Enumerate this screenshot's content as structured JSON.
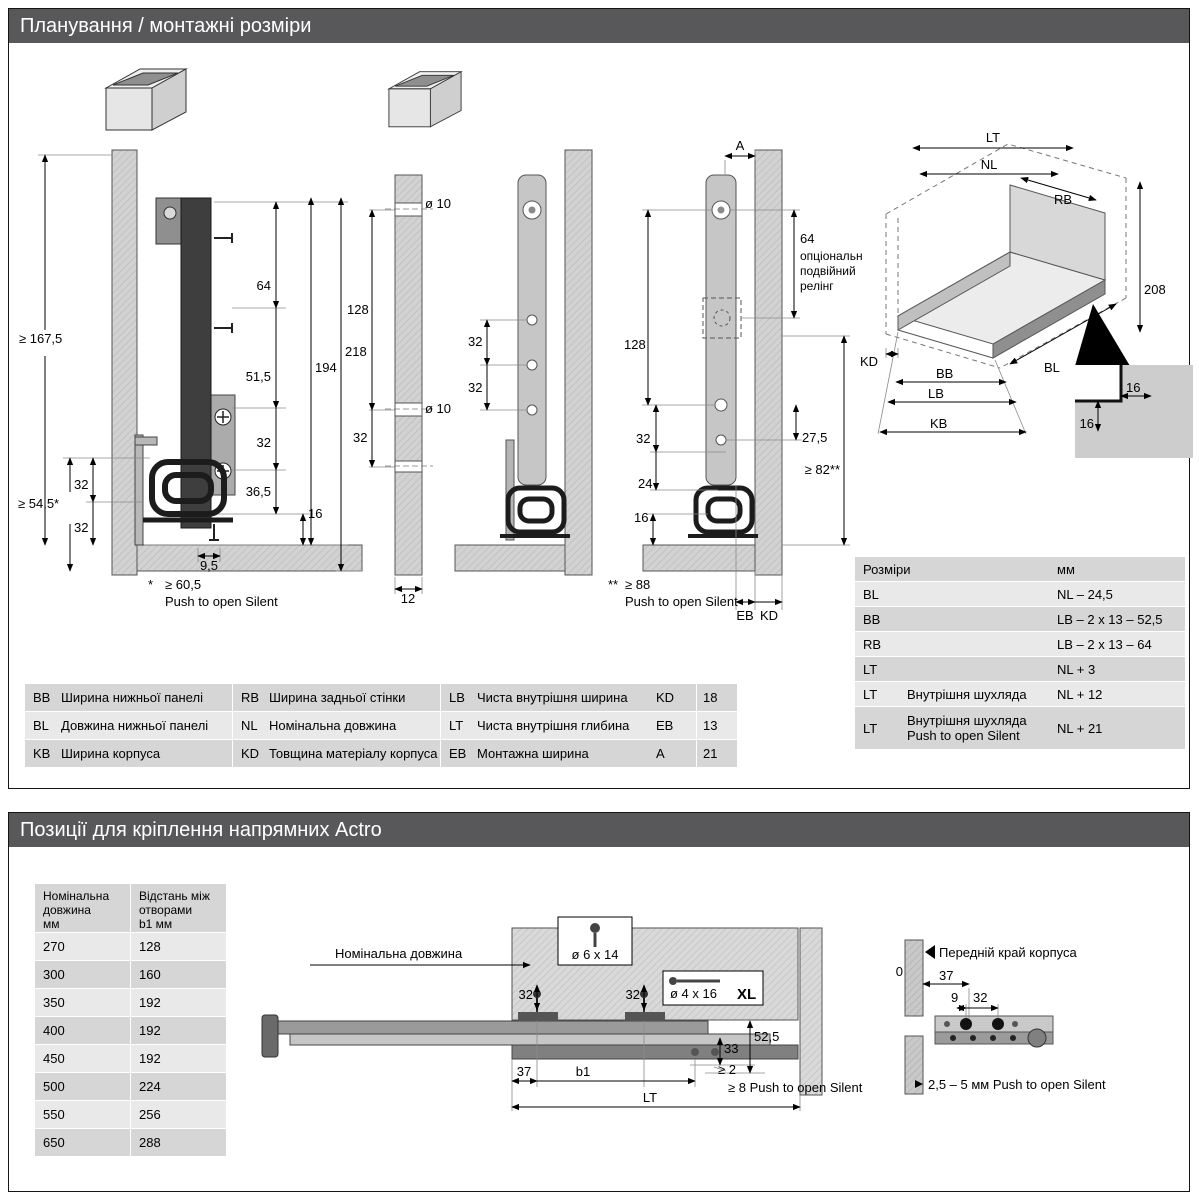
{
  "top": {
    "title": "Планування / монтажні розміри",
    "note1": {
      "star": "*",
      "val": "≥ 60,5",
      "text": "Push to open Silent"
    },
    "note2": {
      "star": "**",
      "val": "≥ 88",
      "text": "Push to open Silent"
    },
    "d1": {
      "h167": "≥ 167,5",
      "v64": "64",
      "v51": "51,5",
      "v194": "194",
      "v218": "218",
      "v32": "32",
      "v36": "36,5",
      "v16": "16",
      "h54": "≥ 54,5*",
      "l32a": "32",
      "l32b": "32",
      "w9": "9,5"
    },
    "d2": {
      "o10a": "ø 10",
      "o10b": "ø 10",
      "v128": "128",
      "v32": "32",
      "w12": "12"
    },
    "d3": {
      "v32a": "32",
      "v32b": "32"
    },
    "d4": {
      "a": "A",
      "v64": "64",
      "opt1": "опціонально",
      "opt2": "подвійний",
      "opt3": "релінг",
      "v128": "128",
      "v27": "27,5",
      "v32": "32",
      "v24": "24",
      "v16": "16",
      "v82": "≥ 82**",
      "eb": "EB",
      "kd": "KD"
    },
    "iso": {
      "lt": "LT",
      "nl": "NL",
      "rb": "RB",
      "v208": "208",
      "kd": "KD",
      "bb": "BB",
      "lb": "LB",
      "kb": "KB",
      "bl": "BL",
      "v16a": "16",
      "v16b": "16"
    },
    "legend": {
      "rows": [
        [
          {
            "c": "BB",
            "t": "Ширина нижньої панелі"
          },
          {
            "c": "RB",
            "t": "Ширина задньої стінки"
          },
          {
            "c": "LB",
            "t": "Чиста внутрішня ширина"
          }
        ],
        [
          {
            "c": "BL",
            "t": "Довжина нижньої панелі"
          },
          {
            "c": "NL",
            "t": "Номінальна довжина"
          },
          {
            "c": "LT",
            "t": "Чиста внутрішня глибина"
          }
        ],
        [
          {
            "c": "KB",
            "t": "Ширина корпуса"
          },
          {
            "c": "KD",
            "t": "Товщина матеріалу корпуса"
          },
          {
            "c": "EB",
            "t": "Монтажна ширина"
          }
        ]
      ]
    },
    "abc": {
      "rows": [
        {
          "c": "KD",
          "v": "18"
        },
        {
          "c": "EB",
          "v": "13"
        },
        {
          "c": "A",
          "v": "21"
        }
      ]
    },
    "dims": {
      "h1": "Розміри",
      "h2": "мм",
      "rows": [
        {
          "c": "BL",
          "d": "",
          "v": "NL – 24,5"
        },
        {
          "c": "BB",
          "d": "",
          "v": "LB – 2 x 13 – 52,5"
        },
        {
          "c": "RB",
          "d": "",
          "v": "LB – 2 x 13 – 64"
        },
        {
          "c": "LT",
          "d": "",
          "v": "NL + 3"
        },
        {
          "c": "LT",
          "d": "Внутрішня шухляда",
          "v": "NL + 12"
        },
        {
          "c": "LT",
          "d": "Внутрішня шухляда Push to open Silent",
          "v": "NL + 21"
        }
      ]
    }
  },
  "bottom": {
    "title": "Позиції для кріплення напрямних Actro",
    "table": {
      "h1": [
        "Номінальна",
        "довжина",
        "мм"
      ],
      "h2": [
        "Відстань між",
        "отворами",
        "b1 мм"
      ],
      "rows": [
        [
          "270",
          "128"
        ],
        [
          "300",
          "160"
        ],
        [
          "350",
          "192"
        ],
        [
          "400",
          "192"
        ],
        [
          "450",
          "192"
        ],
        [
          "500",
          "224"
        ],
        [
          "550",
          "256"
        ],
        [
          "650",
          "288"
        ]
      ]
    },
    "drw": {
      "nominal": "Номінальна довжина",
      "screw1": "ø 6 x 14",
      "screw2": "ø 4 x 16",
      "xl": "XL",
      "v32a": "32",
      "v32b": "32",
      "v33": "33",
      "v52": "52,5",
      "v37": "37",
      "b1": "b1",
      "lt": "LT",
      "ge2": "≥ 2",
      "ge8": "≥ 8 Push to open Silent"
    },
    "detail": {
      "front": "Передній край корпуса",
      "v0": "0",
      "v37": "37",
      "v9": "9",
      "v32": "32",
      "note": "2,5 – 5 мм Push to open Silent"
    }
  }
}
